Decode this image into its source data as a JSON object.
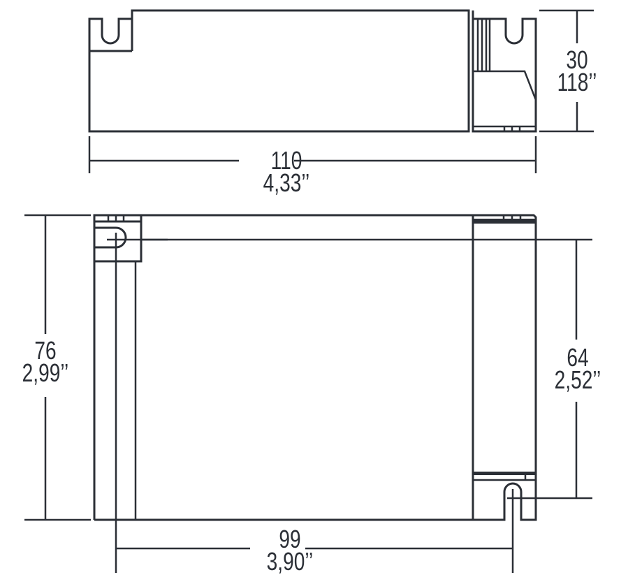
{
  "drawing": {
    "top_view": {
      "width": {
        "mm": "110",
        "inch": "4,33’’"
      },
      "height": {
        "mm": "30",
        "inch": "118’’"
      }
    },
    "bottom_view": {
      "height_overall": {
        "mm": "76",
        "inch": "2,99’’"
      },
      "mounting_height": {
        "mm": "64",
        "inch": "2,52’’"
      },
      "mounting_width": {
        "mm": "99",
        "inch": "3,90’’"
      }
    }
  },
  "colors": {
    "line": "#2b2f36",
    "background": "#ffffff"
  }
}
